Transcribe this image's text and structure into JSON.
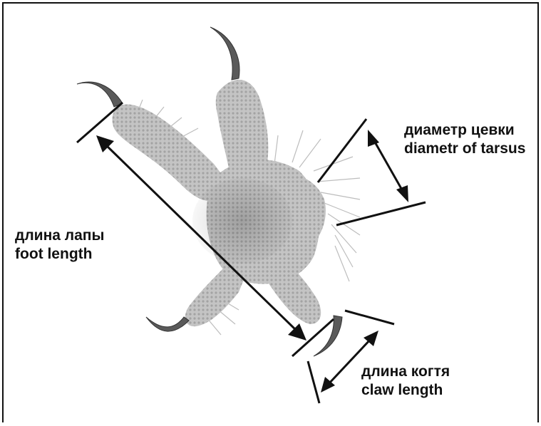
{
  "labels": {
    "diameter": {
      "ru": "диаметр цевки",
      "en": "diametr of tarsus"
    },
    "foot": {
      "ru": "длина лапы",
      "en": "foot length"
    },
    "claw": {
      "ru": "длина когтя",
      "en": "claw length"
    }
  },
  "colors": {
    "frame": "#111111",
    "lines": "#111111",
    "skin": "#b9b9b9",
    "skin_dark": "#8c8c8c",
    "claw": "#555555",
    "feather": "#cfcfcf"
  },
  "illustration": "bird-foot-drawing"
}
